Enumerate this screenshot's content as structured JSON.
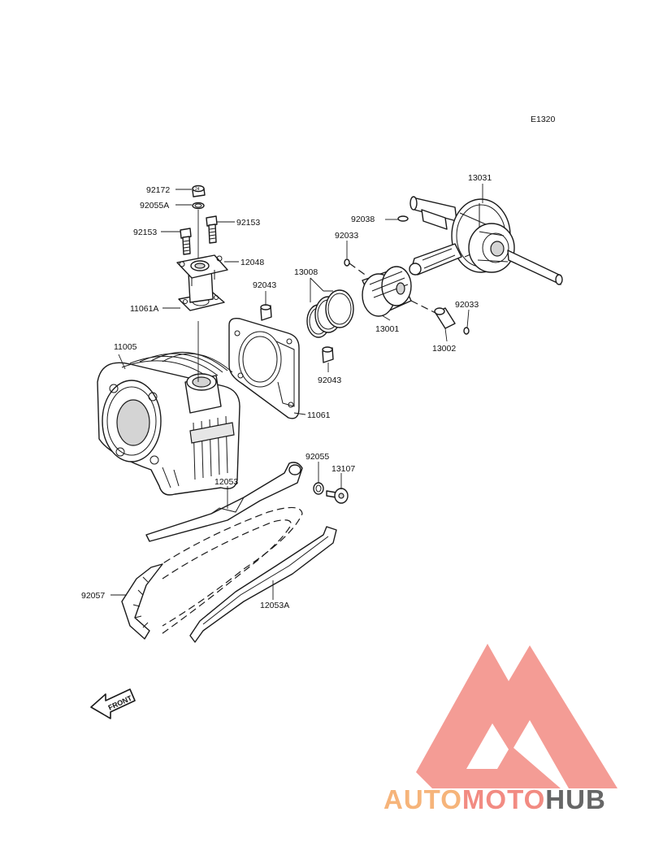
{
  "diagram_code": "E1320",
  "front_label": "FRONT",
  "bolt_head_mark": "24",
  "labels": [
    {
      "id": "p-92172",
      "text": "92172"
    },
    {
      "id": "p-92055a",
      "text": "92055A"
    },
    {
      "id": "p-92153-left",
      "text": "92153"
    },
    {
      "id": "p-92153-right",
      "text": "92153"
    },
    {
      "id": "p-12048",
      "text": "12048"
    },
    {
      "id": "p-11061a",
      "text": "11061A"
    },
    {
      "id": "p-13008",
      "text": "13008"
    },
    {
      "id": "p-92043-top",
      "text": "92043"
    },
    {
      "id": "p-92043-bottom",
      "text": "92043"
    },
    {
      "id": "p-11005",
      "text": "11005"
    },
    {
      "id": "p-11061",
      "text": "11061"
    },
    {
      "id": "p-92033-left",
      "text": "92033"
    },
    {
      "id": "p-92033-right",
      "text": "92033"
    },
    {
      "id": "p-92038",
      "text": "92038"
    },
    {
      "id": "p-13031",
      "text": "13031"
    },
    {
      "id": "p-13001",
      "text": "13001"
    },
    {
      "id": "p-13002",
      "text": "13002"
    },
    {
      "id": "p-92055",
      "text": "92055"
    },
    {
      "id": "p-13107",
      "text": "13107"
    },
    {
      "id": "p-12053",
      "text": "12053"
    },
    {
      "id": "p-92057",
      "text": "92057"
    },
    {
      "id": "p-12053a",
      "text": "12053A"
    }
  ],
  "watermark": {
    "part1": "AUTO",
    "part2": "MOTO",
    "part3": "HUB",
    "color_primary": "#f28b82",
    "color_secondary": "#f6b47a",
    "color_dark": "#666666"
  }
}
